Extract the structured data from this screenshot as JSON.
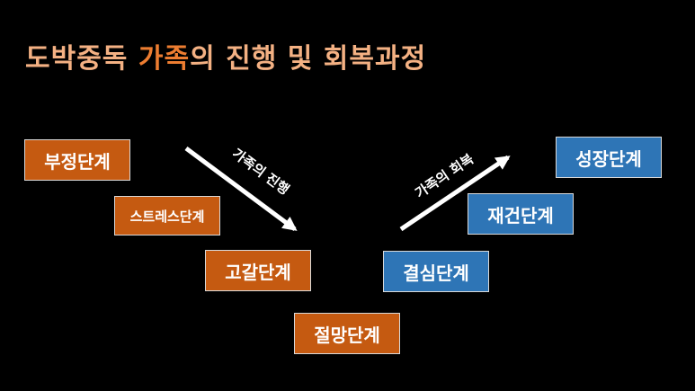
{
  "title": {
    "part1": "도박중독 ",
    "part2": "가족",
    "part3": "의 진행 및 회복과정",
    "color_main": "#f4b183",
    "color_accent": "#ed7d31"
  },
  "progression_stages": [
    {
      "label": "부정단계"
    },
    {
      "label": "스트레스단계"
    },
    {
      "label": "고갈단계"
    },
    {
      "label": "절망단계"
    }
  ],
  "recovery_stages": [
    {
      "label": "결심단계"
    },
    {
      "label": "재건단계"
    },
    {
      "label": "성장단계"
    }
  ],
  "arrows": {
    "progression_label": "가족의 진행",
    "recovery_label": "가족의 회복"
  },
  "colors": {
    "background": "#000000",
    "progression_box": "#c55a11",
    "recovery_box": "#2e75b6",
    "box_text": "#ffffff"
  }
}
